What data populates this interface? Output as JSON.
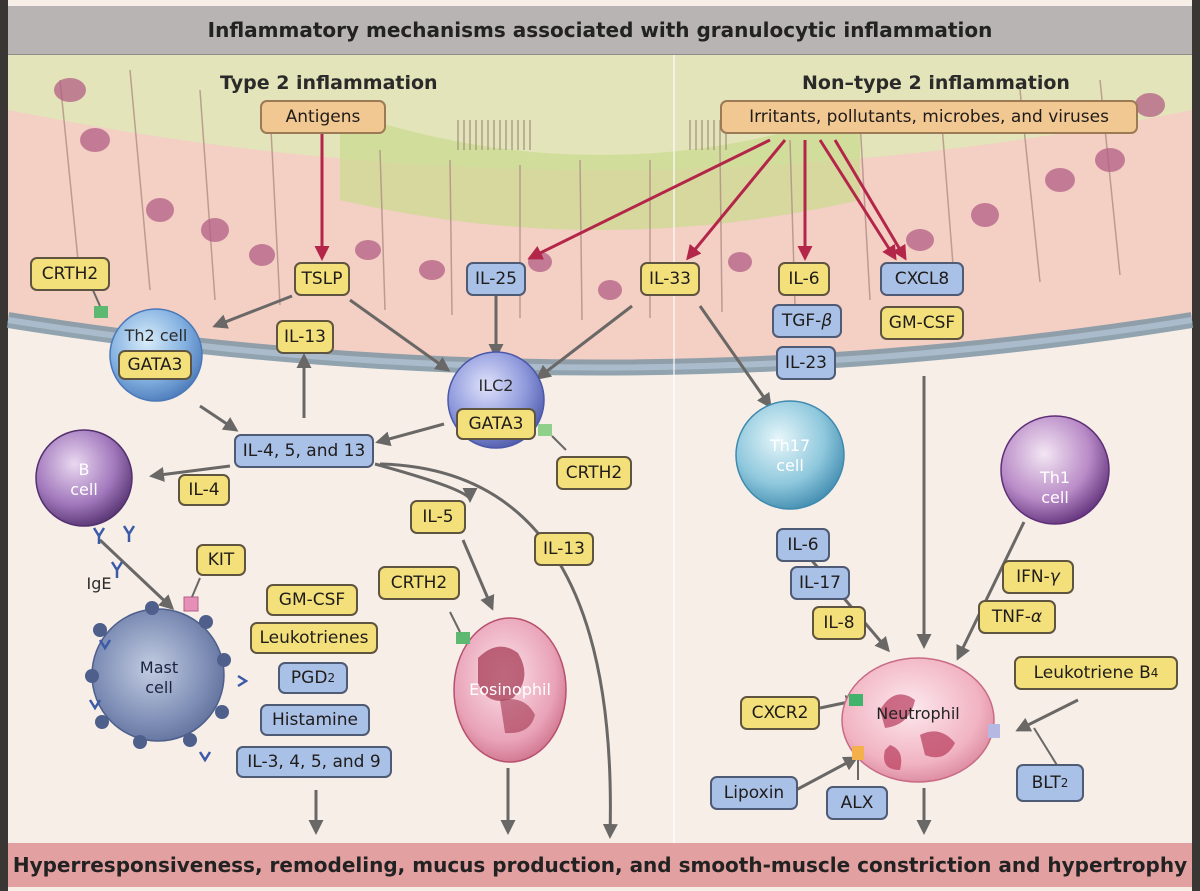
{
  "title": "Inflammatory mechanisms associated with granulocytic inflammation",
  "bottom": "Hyperresponsiveness, remodeling, mucus production, and smooth-muscle constriction and hypertrophy",
  "headings": {
    "type2": "Type 2 inflammation",
    "nontype2": "Non–type 2 inflammation"
  },
  "triggers": {
    "antigens": "Antigens",
    "irritants": "Irritants, pollutants, microbes, and viruses"
  },
  "mediators": {
    "tslp": "TSLP",
    "il25": "IL-25",
    "il33": "IL-33",
    "il6_top": "IL-6",
    "cxcl8": "CXCL8",
    "tgfb_prefix": "TGF-",
    "tgfb_beta": "β",
    "gmcsf_right": "GM-CSF",
    "il23": "IL-23",
    "crth2_th2": "CRTH2",
    "gata3_th2": "GATA3",
    "il13_up": "IL-13",
    "gata3_ilc2": "GATA3",
    "crth2_ilc2": "CRTH2",
    "il45_13": "IL-4, 5, and 13",
    "il4": "IL-4",
    "il5": "IL-5",
    "il13_down": "IL-13",
    "kit": "KIT",
    "crth2_eos": "CRTH2",
    "gmcsf_mast": "GM-CSF",
    "leukotrienes": "Leukotrienes",
    "pgd_prefix": "PGD",
    "pgd_sub": "2",
    "histamine": "Histamine",
    "il3459": "IL-3, 4, 5, and 9",
    "il6_th17": "IL-6",
    "il17": "IL-17",
    "il8": "IL-8",
    "ifng_prefix": "IFN-",
    "ifng_greek": "γ",
    "tnfa_prefix": "TNF-",
    "tnfa_greek": "α",
    "ltb4_prefix": "Leukotriene B",
    "ltb4_sub": "4",
    "cxcr2": "CXCR2",
    "lipoxin": "Lipoxin",
    "alx": "ALX",
    "blt_prefix": "BLT",
    "blt_sub": "2"
  },
  "cells": {
    "th2_name": "Th2 cell",
    "ilc2_name": "ILC2",
    "th17_line1": "Th17",
    "th17_line2": "cell",
    "th1_line1": "Th1",
    "th1_line2": "cell",
    "b_line1": "B",
    "b_line2": "cell",
    "ige": "IgE",
    "mast_line1": "Mast",
    "mast_line2": "cell",
    "eosinophil": "Eosinophil",
    "neutrophil": "Neutrophil"
  }
}
